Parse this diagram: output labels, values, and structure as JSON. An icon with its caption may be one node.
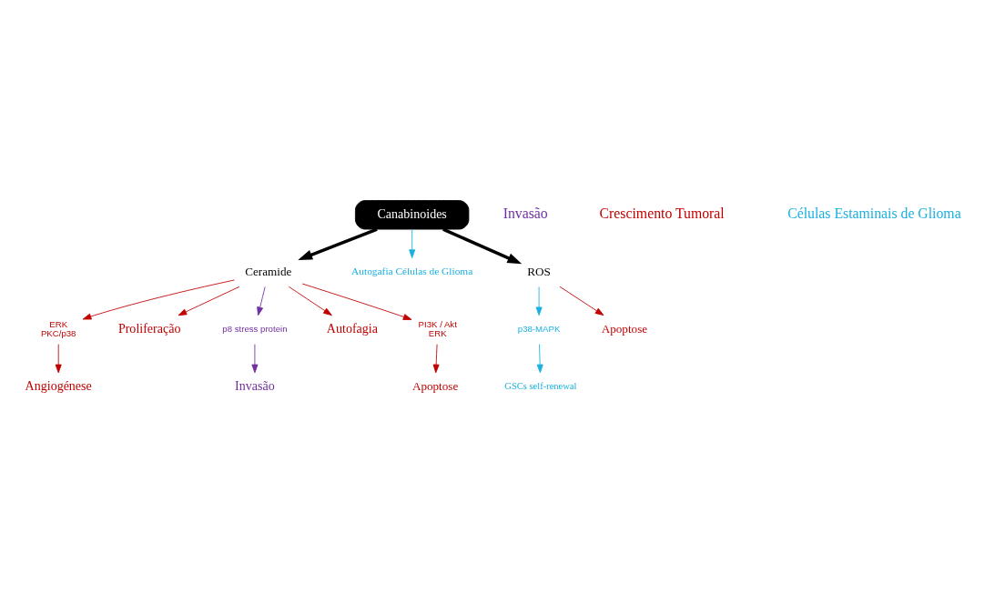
{
  "diagram": {
    "nodes": [
      {
        "text": [
          "Angiogénese"
        ]
      },
      {
        "text": [
          "ERK",
          "PKC/p38"
        ]
      },
      {
        "text": [
          "Proliferação"
        ]
      },
      {
        "text": [
          "Invasão"
        ]
      },
      {
        "text": [
          "Ceramide"
        ]
      },
      {
        "text": [
          "p8 stress protein"
        ]
      },
      {
        "text": [
          "Autofagia"
        ]
      },
      {
        "text": [
          "Canabinoides"
        ]
      },
      {
        "text": [
          "Autogafia Células de Glioma"
        ]
      },
      {
        "text": [
          "ROS"
        ]
      },
      {
        "text": [
          "PI3K / Akt",
          "ERK"
        ]
      },
      {
        "text": [
          "p38-MAPK"
        ]
      },
      {
        "text": [
          "GSCs self-renewal"
        ]
      },
      {
        "text": [
          "Apoptose"
        ]
      },
      {
        "text": [
          "Apoptose"
        ]
      }
    ],
    "edges": [
      {
        "from": 7,
        "to": 4,
        "arrow": "to",
        "style": "thick",
        "color": "#000000"
      },
      {
        "from": 7,
        "to": 9,
        "arrow": "to",
        "style": "thick",
        "color": "#000000"
      },
      {
        "from": 7,
        "to": 8,
        "arrow": "to",
        "color": "#1ab0e0"
      },
      {
        "from": 4,
        "to": 2,
        "arrow": "to"
      },
      {
        "from": 4,
        "to": 1,
        "arrow": "to"
      },
      {
        "from": 1,
        "to": 0,
        "arrow": "to"
      },
      {
        "from": 4,
        "to": 6,
        "arrow": "to"
      },
      {
        "from": 4,
        "to": 5,
        "arrow": "to",
        "color": "#7030a0"
      },
      {
        "from": 5,
        "to": 3,
        "arrow": "to",
        "color": "#7030a0"
      },
      {
        "from": 4,
        "to": 10,
        "arrow": "to"
      },
      {
        "from": 10,
        "to": 13,
        "arrow": "to"
      },
      {
        "from": 9,
        "to": 14,
        "arrow": "to"
      },
      {
        "from": 9,
        "to": 11,
        "arrow": "to",
        "color": "#1ab0e0"
      },
      {
        "from": 11,
        "to": 12,
        "arrow": "to",
        "color": "#1ab0e0"
      }
    ],
    "labels": [
      "Invasão",
      "Crescimento Tumoral",
      "Células Estaminais de Glioma"
    ]
  }
}
